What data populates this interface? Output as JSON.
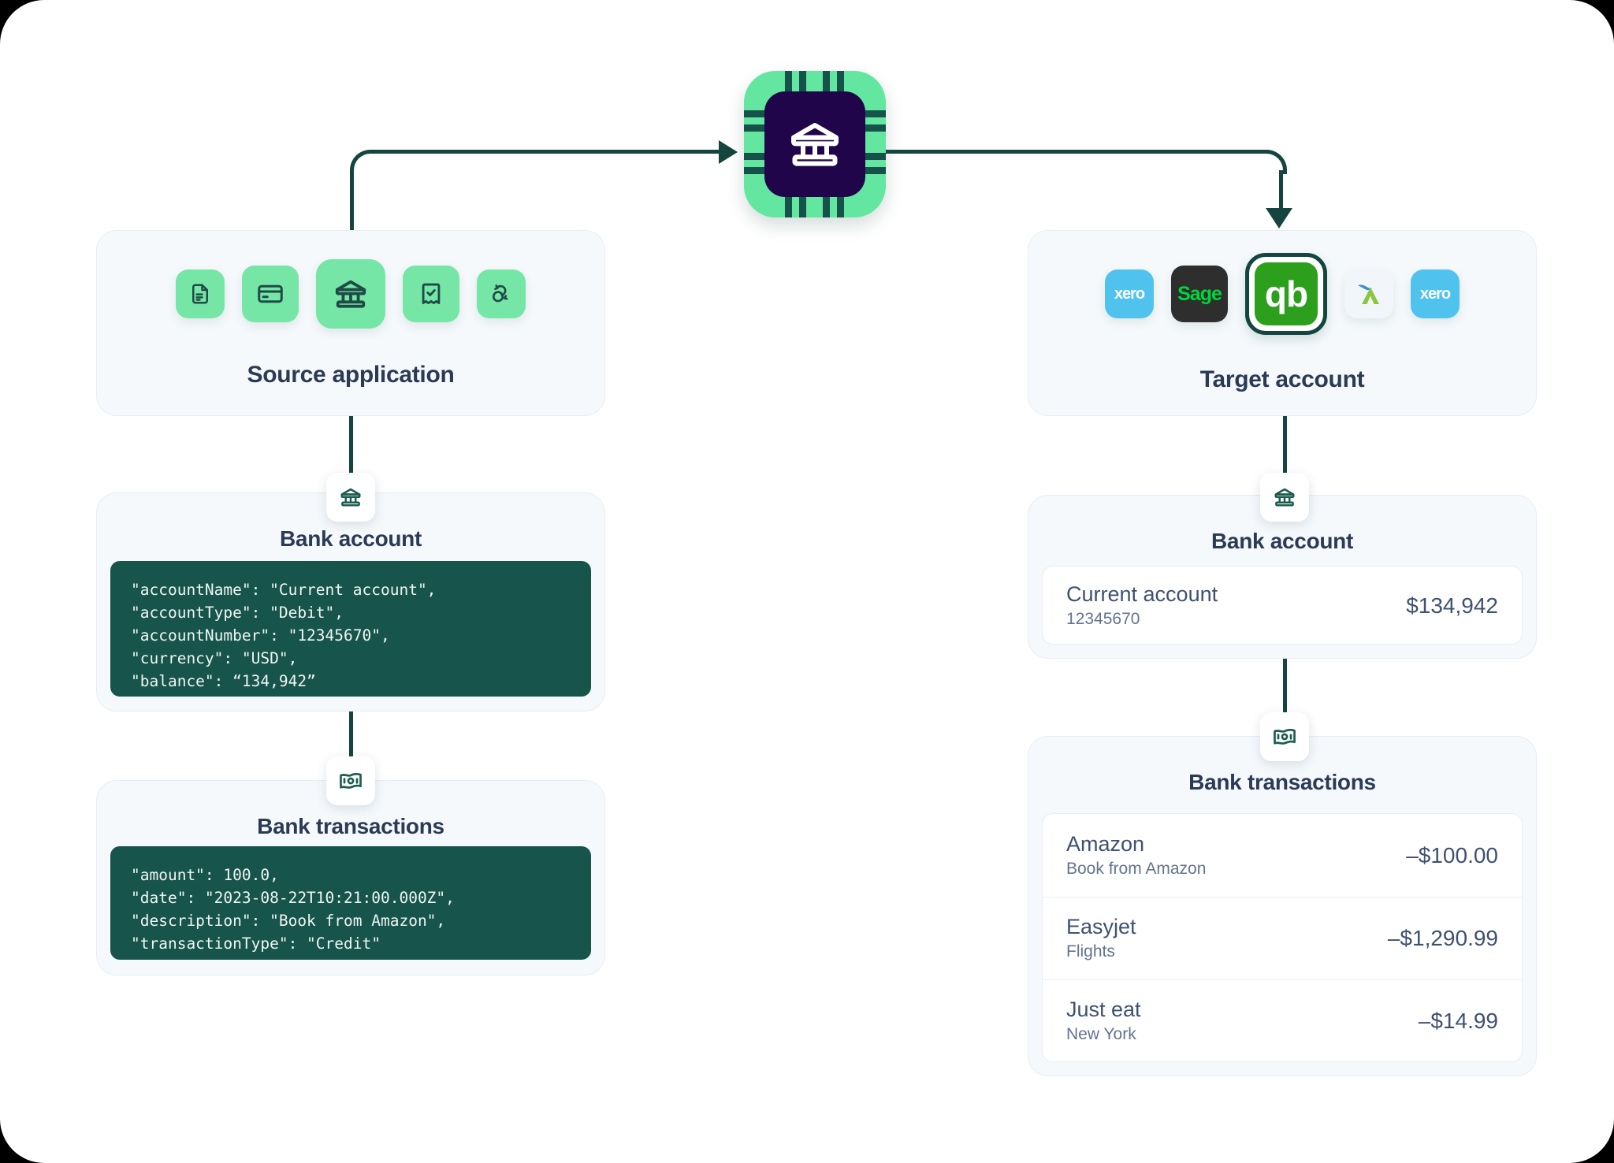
{
  "hub": {
    "icon": "bank-icon",
    "chip_color": "#63e6a0",
    "core_color": "#21054a"
  },
  "source": {
    "title": "Source application",
    "apps": [
      {
        "icon": "document-icon",
        "selected": false
      },
      {
        "icon": "credit-card-icon",
        "selected": false
      },
      {
        "icon": "bank-icon",
        "selected": true
      },
      {
        "icon": "receipt-check-icon",
        "selected": false
      },
      {
        "icon": "sync-arrows-icon",
        "selected": false
      }
    ],
    "bank_account": {
      "badge_icon": "bank-icon",
      "title": "Bank account",
      "code": "\"accountName\": \"Current account\",\n\"accountType\": \"Debit\",\n\"accountNumber\": \"12345670\",\n\"currency\": \"USD\",\n\"balance\": “134,942”"
    },
    "bank_transactions": {
      "badge_icon": "banknote-icon",
      "title": "Bank transactions",
      "code": "\"amount\": 100.0,\n\"date\": \"2023-08-22T10:21:00.000Z\",\n\"description\": \"Book from Amazon\",\n\"transactionType\": \"Credit\""
    }
  },
  "target": {
    "title": "Target account",
    "integrations": [
      {
        "name": "xero",
        "label": "xero",
        "selected": false
      },
      {
        "name": "sage",
        "label": "Sage",
        "selected": false
      },
      {
        "name": "quickbooks",
        "label": "qb",
        "selected": true
      },
      {
        "name": "freeagent",
        "label": "A",
        "selected": false
      },
      {
        "name": "xero",
        "label": "xero",
        "selected": false
      }
    ],
    "bank_account": {
      "badge_icon": "bank-icon",
      "title": "Bank account",
      "rows": [
        {
          "name": "Current account",
          "sub": "12345670",
          "amount": "$134,942"
        }
      ]
    },
    "bank_transactions": {
      "badge_icon": "banknote-icon",
      "title": "Bank transactions",
      "rows": [
        {
          "name": "Amazon",
          "sub": "Book from Amazon",
          "amount": "–$100.00"
        },
        {
          "name": "Easyjet",
          "sub": "Flights",
          "amount": "–$1,290.99"
        },
        {
          "name": "Just eat",
          "sub": "New York",
          "amount": "–$14.99"
        }
      ]
    }
  },
  "colors": {
    "connector": "#14453f",
    "panel_bg": "#f5f9fc",
    "code_bg": "#17544b",
    "tile_green": "#76e6a7",
    "text_dark": "#2b3a55"
  }
}
